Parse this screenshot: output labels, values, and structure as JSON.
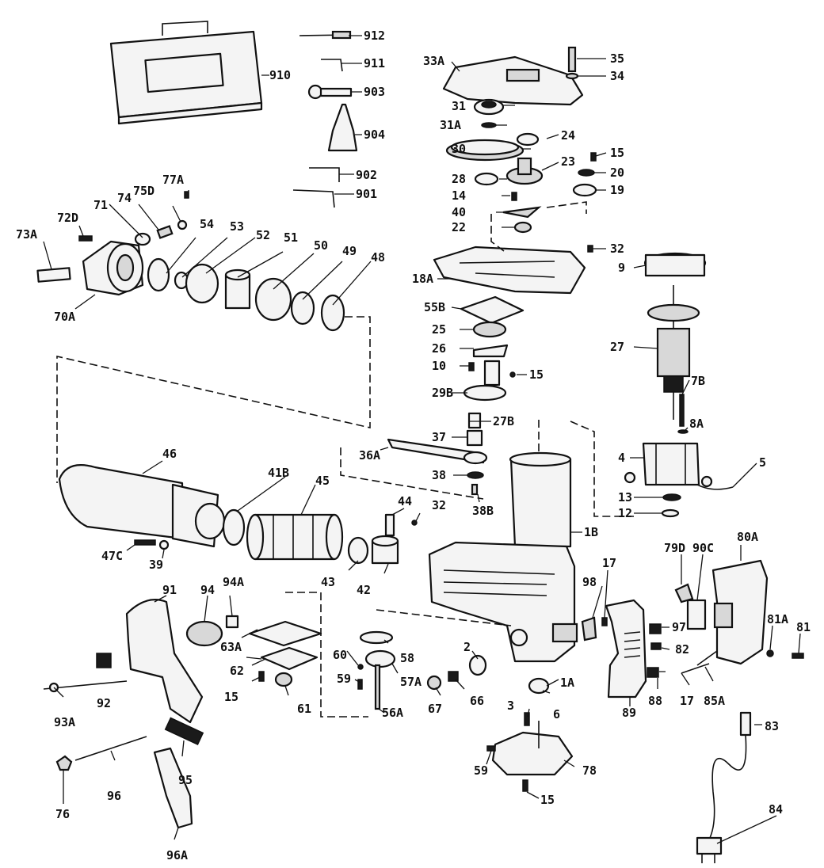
{
  "labels": [
    {
      "id": "912",
      "text": "912"
    },
    {
      "id": "911",
      "text": "911"
    },
    {
      "id": "910",
      "text": "910"
    },
    {
      "id": "903",
      "text": "903"
    },
    {
      "id": "904",
      "text": "904"
    },
    {
      "id": "902",
      "text": "902"
    },
    {
      "id": "901",
      "text": "901"
    },
    {
      "id": "33A",
      "text": "33A"
    },
    {
      "id": "35",
      "text": "35"
    },
    {
      "id": "34",
      "text": "34"
    },
    {
      "id": "31",
      "text": "31"
    },
    {
      "id": "31A",
      "text": "31A"
    },
    {
      "id": "24",
      "text": "24"
    },
    {
      "id": "30",
      "text": "30"
    },
    {
      "id": "15a",
      "text": "15"
    },
    {
      "id": "23",
      "text": "23"
    },
    {
      "id": "28",
      "text": "28"
    },
    {
      "id": "20",
      "text": "20"
    },
    {
      "id": "14",
      "text": "14"
    },
    {
      "id": "19",
      "text": "19"
    },
    {
      "id": "40",
      "text": "40"
    },
    {
      "id": "22",
      "text": "22"
    },
    {
      "id": "32a",
      "text": "32"
    },
    {
      "id": "9",
      "text": "9"
    },
    {
      "id": "18A",
      "text": "18A"
    },
    {
      "id": "55B",
      "text": "55B"
    },
    {
      "id": "25",
      "text": "25"
    },
    {
      "id": "26",
      "text": "26"
    },
    {
      "id": "10",
      "text": "10"
    },
    {
      "id": "15b",
      "text": "15"
    },
    {
      "id": "29B",
      "text": "29B"
    },
    {
      "id": "27",
      "text": "27"
    },
    {
      "id": "7B",
      "text": "7B"
    },
    {
      "id": "27B",
      "text": "27B"
    },
    {
      "id": "8A",
      "text": "8A"
    },
    {
      "id": "37",
      "text": "37"
    },
    {
      "id": "36A",
      "text": "36A"
    },
    {
      "id": "4",
      "text": "4"
    },
    {
      "id": "5",
      "text": "5"
    },
    {
      "id": "38",
      "text": "38"
    },
    {
      "id": "13",
      "text": "13"
    },
    {
      "id": "38B",
      "text": "38B"
    },
    {
      "id": "12",
      "text": "12"
    },
    {
      "id": "1B",
      "text": "1B"
    },
    {
      "id": "77A",
      "text": "77A"
    },
    {
      "id": "75D",
      "text": "75D"
    },
    {
      "id": "74",
      "text": "74"
    },
    {
      "id": "71",
      "text": "71"
    },
    {
      "id": "72D",
      "text": "72D"
    },
    {
      "id": "54",
      "text": "54"
    },
    {
      "id": "53",
      "text": "53"
    },
    {
      "id": "52",
      "text": "52"
    },
    {
      "id": "51",
      "text": "51"
    },
    {
      "id": "50",
      "text": "50"
    },
    {
      "id": "49",
      "text": "49"
    },
    {
      "id": "48",
      "text": "48"
    },
    {
      "id": "73A",
      "text": "73A"
    },
    {
      "id": "70A",
      "text": "70A"
    },
    {
      "id": "46",
      "text": "46"
    },
    {
      "id": "41B",
      "text": "41B"
    },
    {
      "id": "45",
      "text": "45"
    },
    {
      "id": "44",
      "text": "44"
    },
    {
      "id": "32b",
      "text": "32"
    },
    {
      "id": "47C",
      "text": "47C"
    },
    {
      "id": "39",
      "text": "39"
    },
    {
      "id": "43",
      "text": "43"
    },
    {
      "id": "42",
      "text": "42"
    },
    {
      "id": "91",
      "text": "91"
    },
    {
      "id": "94",
      "text": "94"
    },
    {
      "id": "94A",
      "text": "94A"
    },
    {
      "id": "63A",
      "text": "63A"
    },
    {
      "id": "60",
      "text": "60"
    },
    {
      "id": "58",
      "text": "58"
    },
    {
      "id": "2",
      "text": "2"
    },
    {
      "id": "98",
      "text": "98"
    },
    {
      "id": "17a",
      "text": "17"
    },
    {
      "id": "79D",
      "text": "79D"
    },
    {
      "id": "90C",
      "text": "90C"
    },
    {
      "id": "80A",
      "text": "80A"
    },
    {
      "id": "97",
      "text": "97"
    },
    {
      "id": "81A",
      "text": "81A"
    },
    {
      "id": "81",
      "text": "81"
    },
    {
      "id": "82",
      "text": "82"
    },
    {
      "id": "62",
      "text": "62"
    },
    {
      "id": "59a",
      "text": "59"
    },
    {
      "id": "57A",
      "text": "57A"
    },
    {
      "id": "66",
      "text": "66"
    },
    {
      "id": "1A",
      "text": "1A"
    },
    {
      "id": "92",
      "text": "92"
    },
    {
      "id": "15c",
      "text": "15"
    },
    {
      "id": "61",
      "text": "61"
    },
    {
      "id": "67",
      "text": "67"
    },
    {
      "id": "56A",
      "text": "56A"
    },
    {
      "id": "3",
      "text": "3"
    },
    {
      "id": "6",
      "text": "6"
    },
    {
      "id": "88",
      "text": "88"
    },
    {
      "id": "17b",
      "text": "17"
    },
    {
      "id": "85A",
      "text": "85A"
    },
    {
      "id": "89",
      "text": "89"
    },
    {
      "id": "93A",
      "text": "93A"
    },
    {
      "id": "95",
      "text": "95"
    },
    {
      "id": "96",
      "text": "96"
    },
    {
      "id": "76",
      "text": "76"
    },
    {
      "id": "59b",
      "text": "59"
    },
    {
      "id": "78",
      "text": "78"
    },
    {
      "id": "15d",
      "text": "15"
    },
    {
      "id": "83",
      "text": "83"
    },
    {
      "id": "84",
      "text": "84"
    },
    {
      "id": "96A",
      "text": "96A"
    }
  ]
}
